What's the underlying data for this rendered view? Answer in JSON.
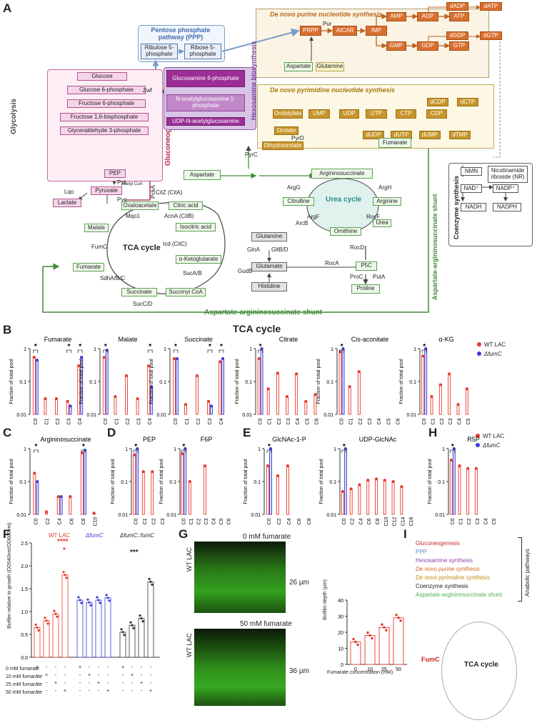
{
  "panel_letters": {
    "A": "A",
    "B": "B",
    "C": "C",
    "D": "D",
    "E": "E",
    "F": "F",
    "G": "G",
    "H": "H",
    "I": "I"
  },
  "pathway": {
    "ppp_title": "Pentose phosphate pathway (PPP)",
    "ribulose": "Ribulose 5-phosphate",
    "ribose": "Ribose 5-phosphate",
    "purine_title": "De novo purine nucleotide synthesis",
    "pyrimidine_title": "De novo pyrimidine nucleotide synthesis",
    "hexosamine_title": "Hexosamine biosynthesis",
    "glycolysis_title": "Glycolysis",
    "gluconeogenesis_title": "Gluconeogenesis",
    "glycolysis_boxes": [
      "Glucose",
      "Glucose 6-phosphate",
      "Fructose 6-phosphate",
      "Fructose 1,6-bisphosphate",
      "Glyceraldehyde 3-phosphate",
      "PEP",
      "Pyruvate",
      "Lactate"
    ],
    "hex_boxes": [
      "Glucosamine 6-phosphate",
      "N-acetylglucosamine 1-phosphate",
      "UDP-N-acetylglucosamine"
    ],
    "purine_boxes": [
      "PRPP",
      "AICAR",
      "IMP",
      "AMP",
      "ADP",
      "ATP",
      "dADP",
      "dATP",
      "GMP",
      "GDP",
      "GTP",
      "dGDP",
      "dGTP",
      "Aspartate",
      "Glutamine"
    ],
    "pyrimidine_boxes": [
      "Orotidylate",
      "UMP",
      "UDP",
      "UTP",
      "CTP",
      "CDP",
      "dCDP",
      "dCTP",
      "Orotate",
      "Dihydroorotate",
      "dUDP",
      "dUTP",
      "dUMP",
      "dTMP"
    ],
    "tca_title": "TCA cycle",
    "tca_boxes": [
      "Oxaloacetate",
      "Citric acid",
      "Isocitric acid",
      "α-Ketoglutarate",
      "Succinyl CoA",
      "Succinate",
      "Fumarate",
      "Malate"
    ],
    "urea_title": "Urea cycle",
    "urea_boxes": [
      "Argininosuccinate",
      "Arginine",
      "Urea",
      "Ornithine",
      "Citrulline",
      "Fumarate",
      "Aspartate"
    ],
    "n_boxes": [
      "Glutamine",
      "Glutamate",
      "Histidine",
      "P5C",
      "Proline"
    ],
    "coenzyme_title": "Coenzyme synthesis",
    "coenzyme_boxes": [
      "NMN",
      "Nicotinamide riboside (NR)",
      "NAD⁺",
      "NADP⁺",
      "NADH",
      "NADPH"
    ],
    "shunt_label": "Aspartate-argininosuccinate shunt",
    "enzymes": [
      "Zwf",
      "Pur",
      "PyrD",
      "PyrC",
      "Pyk",
      "Pyc",
      "PckA",
      "Lqo",
      "Mqo1",
      "CitZ (CitA)",
      "AcnA (CitB)",
      "Icd (CitC)",
      "SucA/B",
      "SucC/D",
      "SdhA/B/C",
      "FumC",
      "ArgG",
      "ArgH",
      "ArgF",
      "RocF",
      "ArcB",
      "RocD",
      "RocA",
      "ProC",
      "PutA",
      "GlnA",
      "GltB/D",
      "GudB",
      "Acetyl CoA"
    ]
  },
  "panelB": {
    "title": "TCA cycle",
    "ylabel": "Fraction of total pool",
    "legend": [
      "WT LAC",
      "ΔfumC"
    ]
  },
  "chart_data": [
    {
      "type": "bar",
      "title": "Fumarate",
      "categories": [
        "C0",
        "C1",
        "C2",
        "C3",
        "C4"
      ],
      "series": [
        {
          "name": "WT LAC",
          "values": [
            0.55,
            0.03,
            0.03,
            0.025,
            0.3
          ]
        },
        {
          "name": "ΔfumC",
          "values": [
            0.45,
            null,
            null,
            0.018,
            0.55
          ]
        }
      ],
      "ylim": [
        0.01,
        1
      ],
      "yscale": "log",
      "stars": [
        0,
        3,
        4
      ]
    },
    {
      "type": "bar",
      "title": "Malate",
      "categories": [
        "C0",
        "C1",
        "C2",
        "C3",
        "C4"
      ],
      "series": [
        {
          "name": "WT LAC",
          "values": [
            0.55,
            0.035,
            0.15,
            0.03,
            0.3
          ]
        },
        {
          "name": "ΔfumC",
          "values": [
            0.9,
            null,
            null,
            null,
            0.07
          ]
        }
      ],
      "ylim": [
        0.01,
        1
      ],
      "yscale": "log",
      "stars": [
        0,
        4
      ]
    },
    {
      "type": "bar",
      "title": "Succinate",
      "categories": [
        "C0",
        "C1",
        "C2",
        "C3",
        "C4"
      ],
      "series": [
        {
          "name": "WT LAC",
          "values": [
            0.5,
            0.02,
            0.15,
            0.025,
            0.4
          ]
        },
        {
          "name": "ΔfumC",
          "values": [
            0.5,
            null,
            null,
            0.018,
            0.5
          ]
        }
      ],
      "ylim": [
        0.01,
        1
      ],
      "yscale": "log",
      "stars": [
        0,
        3,
        4
      ]
    },
    {
      "type": "bar",
      "title": "Citrate",
      "categories": [
        "C0",
        "C1",
        "C2",
        "C3",
        "C4",
        "C5",
        "C6"
      ],
      "series": [
        {
          "name": "WT LAC",
          "values": [
            0.5,
            0.06,
            0.18,
            0.035,
            0.17,
            0.025,
            0.04
          ]
        },
        {
          "name": "ΔfumC",
          "values": [
            1.0,
            null,
            null,
            null,
            null,
            null,
            null
          ]
        }
      ],
      "ylim": [
        0.01,
        1
      ],
      "yscale": "log",
      "stars": [
        0
      ]
    },
    {
      "type": "bar",
      "title": "Cis-aconitate",
      "categories": [
        "C0",
        "C1",
        "C2",
        "C3",
        "C4",
        "C5",
        "C6"
      ],
      "series": [
        {
          "name": "WT LAC",
          "values": [
            0.8,
            0.07,
            0.2,
            null,
            null,
            null,
            null
          ]
        },
        {
          "name": "ΔfumC",
          "values": [
            1.0,
            null,
            null,
            null,
            null,
            null,
            null
          ]
        }
      ],
      "ylim": [
        0.01,
        1
      ],
      "yscale": "log",
      "stars": [
        0
      ]
    },
    {
      "type": "bar",
      "title": "α-KG",
      "categories": [
        "C0",
        "C1",
        "C2",
        "C3",
        "C4",
        "C5"
      ],
      "series": [
        {
          "name": "WT LAC",
          "values": [
            0.6,
            0.035,
            0.08,
            0.17,
            0.02,
            0.06
          ]
        },
        {
          "name": "ΔfumC",
          "values": [
            1.0,
            null,
            null,
            null,
            null,
            null
          ]
        }
      ],
      "ylim": [
        0.01,
        1
      ],
      "yscale": "log",
      "stars": [
        0
      ]
    },
    {
      "type": "bar",
      "title": "Argininosuccinate",
      "categories": [
        "C0",
        "C2",
        "C4",
        "C6",
        "C8",
        "C10"
      ],
      "series": [
        {
          "name": "WT LAC",
          "values": [
            0.18,
            0.012,
            0.035,
            0.035,
            0.75,
            0.011
          ]
        },
        {
          "name": "ΔfumC",
          "values": [
            0.1,
            null,
            0.035,
            null,
            0.9,
            null
          ]
        }
      ],
      "ylim": [
        0.01,
        1
      ],
      "yscale": "log",
      "stars": [
        0,
        4
      ]
    },
    {
      "type": "bar",
      "title": "PEP",
      "categories": [
        "C0",
        "C1",
        "C2",
        "C3"
      ],
      "series": [
        {
          "name": "WT LAC",
          "values": [
            0.65,
            0.2,
            0.2,
            null
          ]
        },
        {
          "name": "ΔfumC",
          "values": [
            1.0,
            null,
            null,
            null
          ]
        }
      ],
      "ylim": [
        0.01,
        1
      ],
      "yscale": "log",
      "stars": [
        0
      ]
    },
    {
      "type": "bar",
      "title": "F6P",
      "categories": [
        "C0",
        "C1",
        "C2",
        "C3",
        "C4",
        "C5",
        "C6"
      ],
      "series": [
        {
          "name": "WT LAC",
          "values": [
            0.7,
            0.1,
            null,
            0.3,
            null,
            null,
            null
          ]
        },
        {
          "name": "ΔfumC",
          "values": [
            1.0,
            null,
            null,
            null,
            null,
            null,
            null
          ]
        }
      ],
      "ylim": [
        0.01,
        1
      ],
      "yscale": "log",
      "stars": [
        0
      ]
    },
    {
      "type": "bar",
      "title": "GlcNAc-1-P",
      "categories": [
        "C0",
        "C2",
        "C4",
        "C6",
        "C8"
      ],
      "series": [
        {
          "name": "WT LAC",
          "values": [
            0.3,
            0.15,
            0.3,
            null,
            null
          ]
        },
        {
          "name": "ΔfumC",
          "values": [
            1.0,
            null,
            null,
            null,
            null
          ]
        }
      ],
      "ylim": [
        0.01,
        1
      ],
      "yscale": "log",
      "stars": [
        0
      ]
    },
    {
      "type": "bar",
      "title": "UDP-GlcNAc",
      "categories": [
        "C0",
        "C2",
        "C4",
        "C6",
        "C8",
        "C10",
        "C12",
        "C14",
        "C16"
      ],
      "series": [
        {
          "name": "WT LAC",
          "values": [
            0.05,
            0.06,
            0.08,
            0.11,
            0.12,
            0.11,
            0.1,
            0.07,
            null
          ]
        },
        {
          "name": "ΔfumC",
          "values": [
            1.0,
            null,
            null,
            null,
            null,
            null,
            null,
            null,
            null
          ]
        }
      ],
      "ylim": [
        0.01,
        1
      ],
      "yscale": "log",
      "stars": [
        0
      ]
    },
    {
      "type": "bar",
      "title": "R5P",
      "categories": [
        "C0",
        "C1",
        "C2",
        "C3",
        "C4",
        "C5"
      ],
      "series": [
        {
          "name": "WT LAC",
          "values": [
            0.45,
            0.3,
            0.25,
            0.25,
            null,
            null
          ]
        },
        {
          "name": "ΔfumC",
          "values": [
            1.0,
            null,
            null,
            null,
            null,
            null
          ]
        }
      ],
      "ylim": [
        0.01,
        1
      ],
      "yscale": "log",
      "stars": [
        0
      ]
    },
    {
      "type": "bar",
      "title": "",
      "ylabel": "Biofilm relative to growth (OD540nm/OD600nm)",
      "categories": [
        "WT LAC 0",
        "WT LAC 10",
        "WT LAC 25",
        "WT LAC 50",
        "ΔfumC 0",
        "ΔfumC 10",
        "ΔfumC 25",
        "ΔfumC 50",
        "ΔfumC::fumC 0",
        "ΔfumC::fumC 10",
        "ΔfumC::fumC 25",
        "ΔfumC::fumC 50"
      ],
      "values": [
        0.65,
        0.8,
        0.95,
        1.8,
        1.25,
        1.2,
        1.25,
        1.3,
        0.55,
        0.7,
        0.85,
        1.65
      ],
      "ylim": [
        0,
        2.5
      ],
      "significance": [
        "****",
        "*",
        "***"
      ]
    },
    {
      "type": "bar",
      "title": "",
      "xlabel": "Fumarate concentration (mM)",
      "ylabel": "Biofilm depth (µm)",
      "categories": [
        "0",
        "10",
        "25",
        "50"
      ],
      "values": [
        14,
        18,
        23,
        29
      ],
      "ylim": [
        0,
        40
      ]
    }
  ],
  "panelF": {
    "groups": [
      "WT LAC",
      "ΔfumC",
      "ΔfumC::fumC"
    ],
    "conditions": [
      "0 mM fumarate",
      "10 mM fumarate",
      "25 mM fumarate",
      "50 mM fumarate"
    ],
    "ylabel": "Biofilm relative to growth (OD540nm/OD600nm)",
    "sig": [
      "****",
      "*",
      "***"
    ]
  },
  "panelG": {
    "top_title": "0 mM fumarate",
    "bottom_title": "50 mM fumarate",
    "strain": "WT LAC",
    "depth_top": "26 µm",
    "depth_bottom": "36 µm",
    "xlabel": "Fumarate concentration (mM)",
    "ylabel": "Biofilm depth (µm)"
  },
  "panelI": {
    "items": [
      "Gluconeogenesis",
      "PPP",
      "Hexosamine synthesis",
      "De novo purine synthesis",
      "De novo pyrimidine synthesis",
      "Coenzyme synthesis",
      "Aspartate-argininosuccinate shunt"
    ],
    "colors": [
      "#c62828",
      "#5d8fd6",
      "#8e44ad",
      "#d2691e",
      "#c58a10",
      "#222222",
      "#4caf50"
    ],
    "bracket": "Anabolic pathways",
    "cycle_title": "TCA cycle",
    "fumc": "FumC"
  }
}
